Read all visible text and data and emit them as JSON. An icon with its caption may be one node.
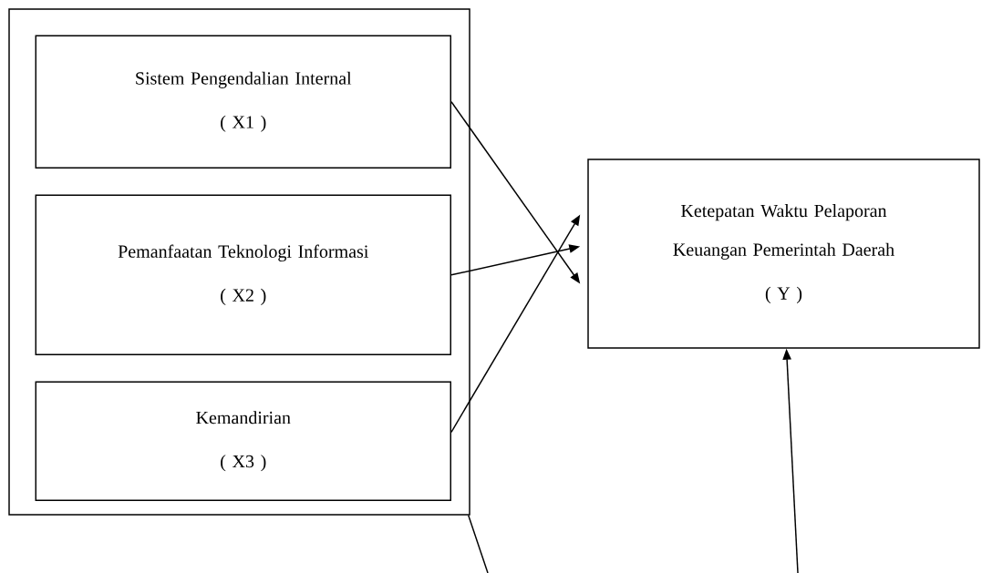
{
  "diagram": {
    "nodes": [
      {
        "text": [],
        "shape": "box"
      },
      {
        "text": [
          "Sistem Pengendalian Internal",
          "( X1 )"
        ],
        "in": 0
      },
      {
        "text": [
          "Pemanfaatan Teknologi Informasi",
          "( X2 )"
        ],
        "in": 0
      },
      {
        "text": [
          "Kemandirian",
          "( X3 )"
        ],
        "in": 0
      },
      {
        "text": [
          "Ketepatan Waktu Pelaporan Keuangan Pemerintah Daerah",
          "( Y )"
        ]
      }
    ],
    "edges": [
      {
        "from": 1,
        "to": 4,
        "arrow": "to"
      },
      {
        "from": 2,
        "to": 4,
        "arrow": "to"
      },
      {
        "from": 3,
        "to": 4,
        "arrow": "to"
      },
      {
        "from": 0,
        "to": null,
        "arrow": "none"
      },
      {
        "from": null,
        "to": 4,
        "arrow": "to"
      }
    ]
  }
}
